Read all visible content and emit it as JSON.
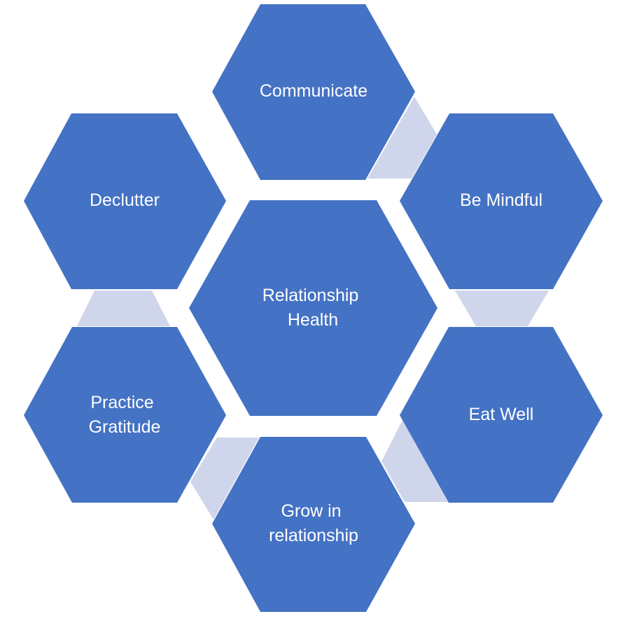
{
  "diagram": {
    "type": "hexagon-cycle",
    "colors": {
      "hexagon_fill": "#4472C4",
      "connector_fill": "#CFD5EA",
      "text": "#FFFFFF"
    },
    "center": {
      "lines": [
        "Relationship",
        "Health"
      ]
    },
    "nodes": [
      {
        "id": "communicate",
        "lines": [
          "Communicate"
        ]
      },
      {
        "id": "be-mindful",
        "lines": [
          "Be Mindful"
        ]
      },
      {
        "id": "eat-well",
        "lines": [
          "Eat Well"
        ]
      },
      {
        "id": "grow-in-relationship",
        "lines": [
          "Grow in",
          "relationship"
        ]
      },
      {
        "id": "practice-gratitude",
        "lines": [
          "Practice",
          "Gratitude"
        ]
      },
      {
        "id": "declutter",
        "lines": [
          "Declutter"
        ]
      }
    ]
  }
}
